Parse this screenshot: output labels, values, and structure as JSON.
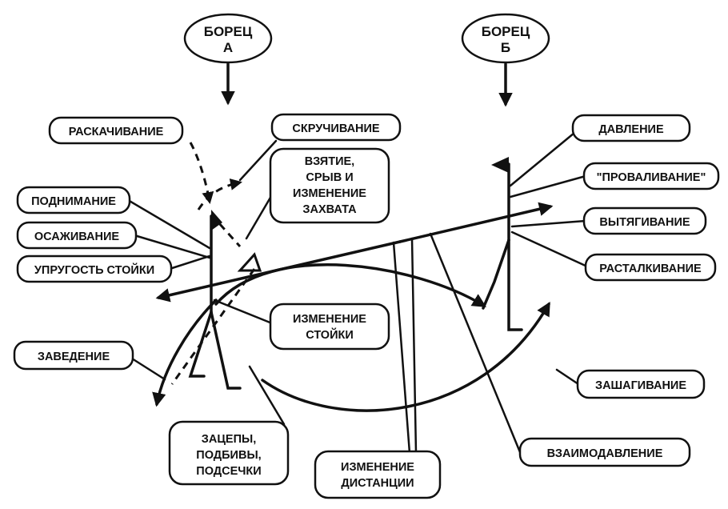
{
  "wrestler_a": {
    "line1": "БОРЕЦ",
    "line2": "А"
  },
  "wrestler_b": {
    "line1": "БОРЕЦ",
    "line2": "Б"
  },
  "labels": {
    "raskachivanie": "РАСКАЧИВАНИЕ",
    "skruchivanie": "СКРУЧИВАНИЕ",
    "vzyatie_line1": "ВЗЯТИЕ,",
    "vzyatie_line2": "СРЫВ И",
    "vzyatie_line3": "ИЗМЕНЕНИЕ",
    "vzyatie_line4": "ЗАХВАТА",
    "podnimanie": "ПОДНИМАНИЕ",
    "osazhivanie": "ОСАЖИВАНИЕ",
    "uprugost": "УПРУГОСТЬ СТОЙКИ",
    "izmenenie_stoyki_line1": "ИЗМЕНЕНИЕ",
    "izmenenie_stoyki_line2": "СТОЙКИ",
    "zavedenie": "ЗАВЕДЕНИЕ",
    "zacepy_line1": "ЗАЦЕПЫ,",
    "zacepy_line2": "ПОДБИВЫ,",
    "zacepy_line3": "ПОДСЕЧКИ",
    "izmenenie_distancii_line1": "ИЗМЕНЕНИЕ",
    "izmenenie_distancii_line2": "ДИСТАНЦИИ",
    "vzaimodavlenie": "ВЗАИМОДАВЛЕНИЕ",
    "zashagivanie": "ЗАШАГИВАНИЕ",
    "davlenie": "ДАВЛЕНИЕ",
    "provalivanie": "\"ПРОВАЛИВАНИЕ\"",
    "vytyagivanie": "ВЫТЯГИВАНИЕ",
    "rastalkivanie": "РАСТАЛКИВАНИЕ"
  }
}
